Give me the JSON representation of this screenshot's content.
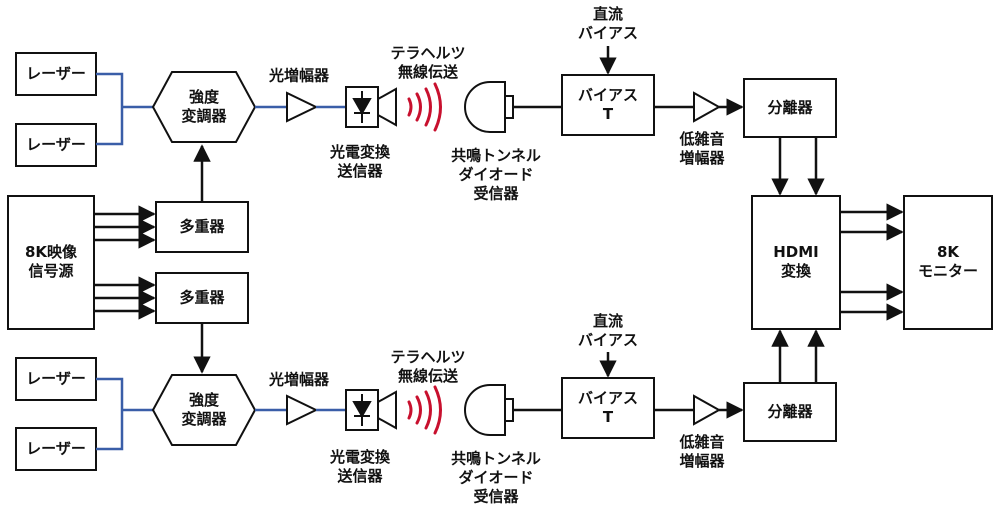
{
  "colors": {
    "line": "#111111",
    "optical": "#3a5ea8",
    "wave": "#c8102e"
  },
  "labels": {
    "laser": "レーザー",
    "intensity_modulator": "強度\n変調器",
    "optical_amplifier": "光増幅器",
    "photomixer_transmitter": "光電変換\n送信器",
    "thz_transmission": "テラヘルツ\n無線伝送",
    "rtd_receiver": "共鳴トンネル\nダイオード\n受信器",
    "dc_bias": "直流\nバイアス",
    "bias_tee": "バイアス\nT",
    "lna": "低雑音\n増幅器",
    "splitter": "分離器",
    "multiplexer": "多重器",
    "source": "8K映像\n信号源",
    "hdmi": "HDMI\n変換",
    "monitor": "8K\nモニター"
  },
  "icons": {
    "photodiode": "photodiode-icon",
    "antenna": "horn-antenna-icon",
    "waves": "terahertz-wave-icon",
    "receiver": "rtd-receiver-icon",
    "amplifier": "amplifier-triangle-icon"
  }
}
